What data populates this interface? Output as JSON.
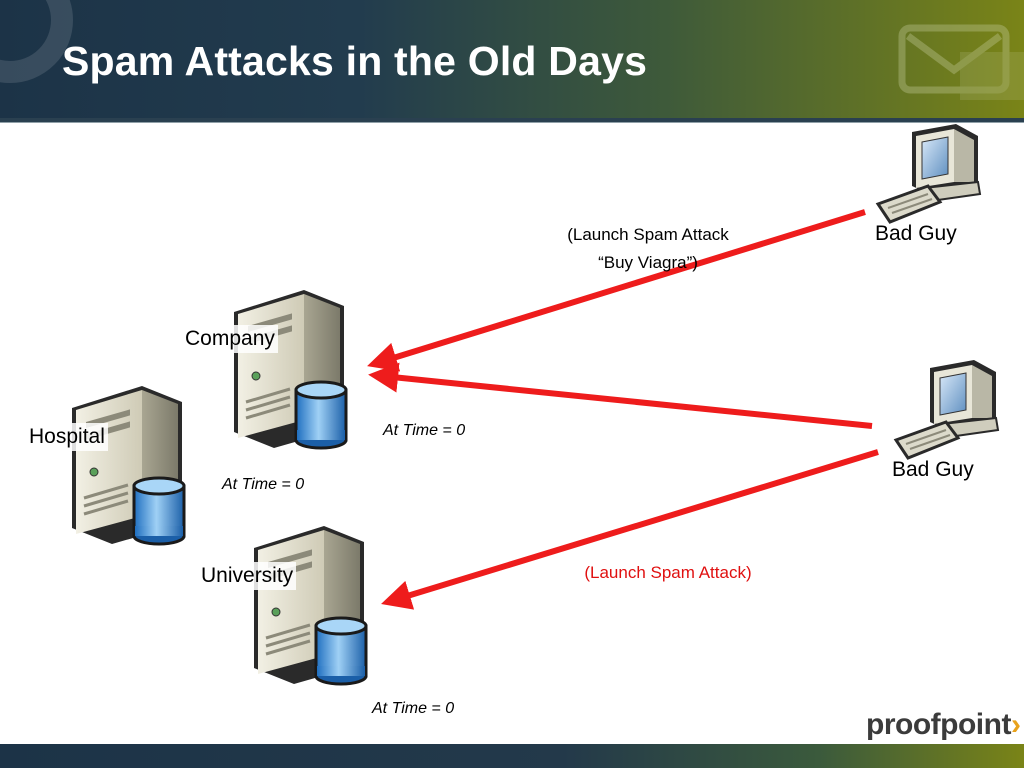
{
  "title": "Spam Attacks in the Old Days",
  "servers": {
    "company": "Company",
    "hospital": "Hospital",
    "university": "University"
  },
  "attackers": {
    "top": "Bad Guy",
    "bottom": "Bad Guy"
  },
  "annotations": {
    "launch1_line1": "(Launch Spam Attack",
    "launch1_line2": "“Buy Viagra”)",
    "launch2": "(Launch Spam Attack)",
    "time_company": "At Time = 0",
    "time_hospital": "At Time = 0",
    "time_university": "At Time = 0"
  },
  "logo": {
    "text": "proofpoint",
    "mark": "›"
  },
  "colors": {
    "arrow": "#ee1c1c",
    "launch2_text": "#e01010",
    "header_left": "#1c3347",
    "header_right": "#7a8417"
  }
}
